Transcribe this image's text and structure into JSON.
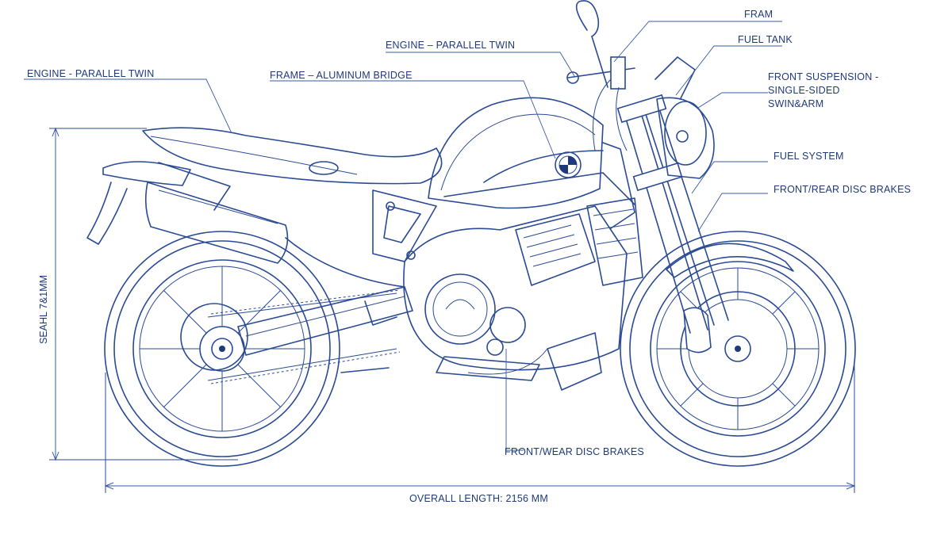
{
  "labels": {
    "engine_left": "ENGINE - PARALLEL TWIN",
    "frame_left": "FRAME – ALUMINUM BRIDGE",
    "engine_top": "ENGINE – PARALLEL TWIN",
    "fram": "FRAM",
    "fuel_tank": "FUEL TANK",
    "front_suspension": [
      "FRONT SUSPENSION -",
      "SINGLE-SIDED",
      "SWIN&ARM"
    ],
    "fuel_system": "FUEL SYSTEM",
    "brakes_right": "FRONT/REAR DISC BRAKES",
    "brakes_bottom": "FRONT/WEAR DISC BRAKES",
    "seat_height": "SEAHL 7&1MM",
    "overall_length": "OVERALL LENGTH: 2156 MM"
  },
  "colors": {
    "ink": "#2a4a94",
    "paper": "#ffffff"
  }
}
